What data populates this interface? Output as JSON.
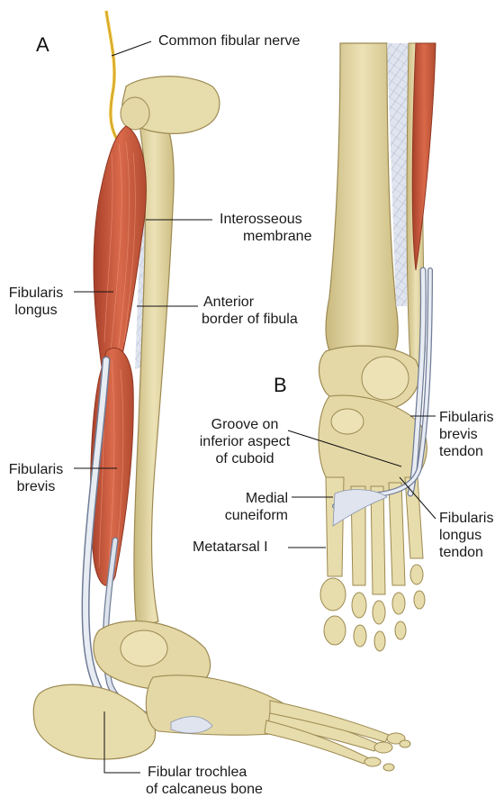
{
  "panels": {
    "a": "A",
    "b": "B"
  },
  "labels": {
    "common_fibular_nerve": "Common fibular nerve",
    "interosseous_membrane": [
      "Interosseous",
      "membrane"
    ],
    "fibularis_longus": [
      "Fibularis",
      "longus"
    ],
    "anterior_border_of_fibula": [
      "Anterior",
      "border of fibula"
    ],
    "fibularis_brevis": [
      "Fibularis",
      "brevis"
    ],
    "groove_on_cuboid": [
      "Groove on",
      "inferior aspect",
      "of cuboid"
    ],
    "fibularis_brevis_tendon": [
      "Fibularis",
      "brevis",
      "tendon"
    ],
    "medial_cuneiform": [
      "Medial",
      "cuneiform"
    ],
    "fibularis_longus_tendon": [
      "Fibularis",
      "longus",
      "tendon"
    ],
    "metatarsal_i": "Metatarsal I",
    "fibular_trochlea": [
      "Fibular trochlea",
      "of calcaneus bone"
    ]
  },
  "colors": {
    "bone": "#e4d8a6",
    "bone_shade": "#c9b97e",
    "bone_outline": "#9c8a52",
    "muscle": "#cf5a3c",
    "muscle_dark": "#a8402a",
    "tendon": "#d4dbe6",
    "tendon_edge": "#6f7c96",
    "nerve": "#efc23a",
    "membrane": "#c9d1e0"
  }
}
